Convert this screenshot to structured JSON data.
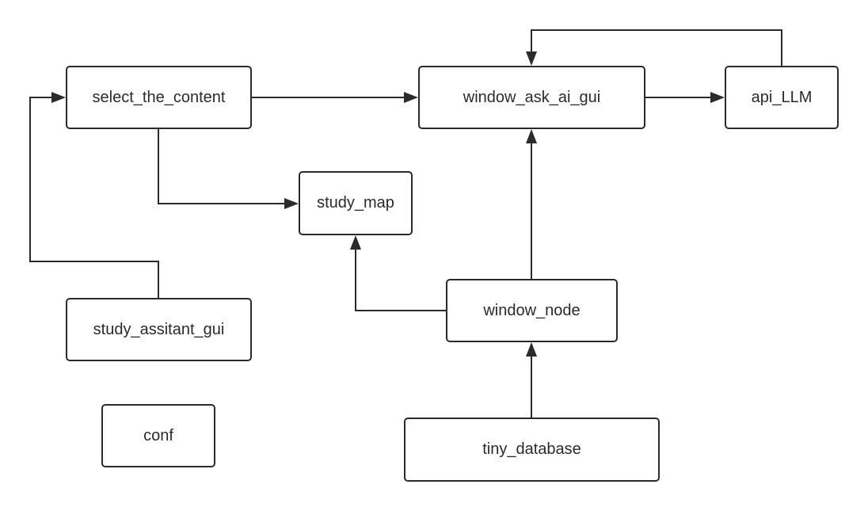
{
  "diagram": {
    "nodes": [
      {
        "id": "select_the_content",
        "label": "select_the_content"
      },
      {
        "id": "window_ask_ai_gui",
        "label": "window_ask_ai_gui"
      },
      {
        "id": "api_LLM",
        "label": "api_LLM"
      },
      {
        "id": "study_map",
        "label": "study_map"
      },
      {
        "id": "window_node",
        "label": "window_node"
      },
      {
        "id": "study_assitant_gui",
        "label": "study_assitant_gui"
      },
      {
        "id": "conf",
        "label": "conf"
      },
      {
        "id": "tiny_database",
        "label": "tiny_database"
      }
    ],
    "edges": [
      {
        "from": "select_the_content",
        "to": "window_ask_ai_gui"
      },
      {
        "from": "window_ask_ai_gui",
        "to": "api_LLM"
      },
      {
        "from": "api_LLM",
        "to": "window_ask_ai_gui"
      },
      {
        "from": "select_the_content",
        "to": "study_map"
      },
      {
        "from": "study_assitant_gui",
        "to": "select_the_content"
      },
      {
        "from": "window_node",
        "to": "study_map"
      },
      {
        "from": "window_node",
        "to": "window_ask_ai_gui"
      },
      {
        "from": "tiny_database",
        "to": "window_node"
      }
    ],
    "colors": {
      "stroke": "#2b2b2b",
      "text": "#2b2b2b",
      "background": "#ffffff"
    }
  }
}
